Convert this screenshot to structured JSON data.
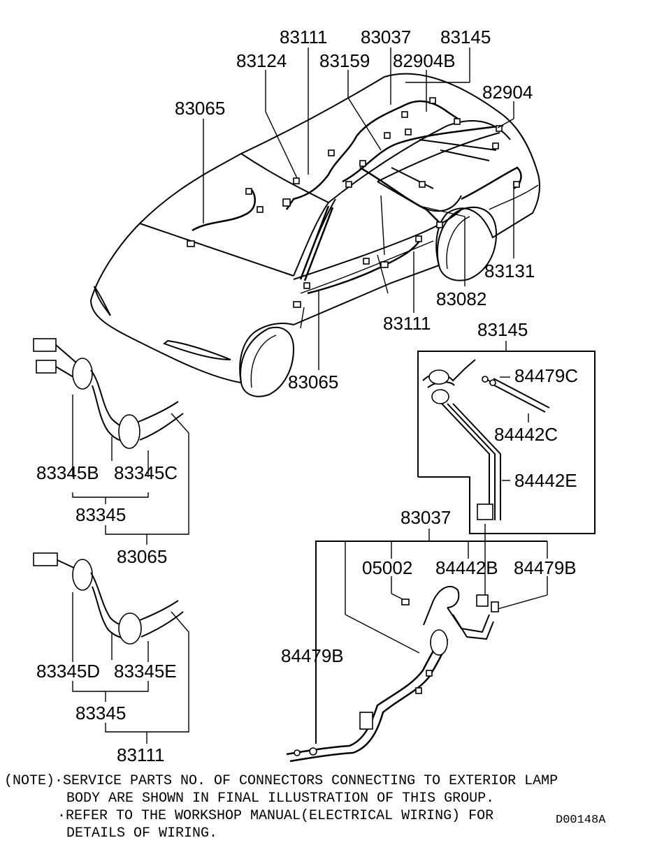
{
  "labels": {
    "l83111_top": "83111",
    "l83037_top": "83037",
    "l83145_top": "83145",
    "l83124": "83124",
    "l83159": "83159",
    "l82904B": "82904B",
    "l82904": "82904",
    "l83065_top": "83065",
    "l83131": "83131",
    "l83082": "83082",
    "l83111_mid": "83111",
    "l83065_mid": "83065",
    "l83145_box": "83145",
    "l84479C": "84479C",
    "l84442C": "84442C",
    "l84442E": "84442E",
    "l83037_mid": "83037",
    "l05002": "05002",
    "l84442B": "84442B",
    "l84479B_right": "84479B",
    "l84479B_left": "84479B",
    "l83345B": "83345B",
    "l83345C": "83345C",
    "l83345_a": "83345",
    "l83065_bot": "83065",
    "l83345D": "83345D",
    "l83345E": "83345E",
    "l83345_b": "83345",
    "l83111_bot": "83111"
  },
  "notes": {
    "line1": "(NOTE)·SERVICE PARTS NO. OF CONNECTORS CONNECTING TO EXTERIOR LAMP",
    "line2": "BODY ARE SHOWN IN FINAL ILLUSTRATION OF THIS GROUP.",
    "line3": "·REFER TO THE WORKSHOP MANUAL(ELECTRICAL WIRING) FOR",
    "line4": "DETAILS OF WIRING."
  },
  "drawing_code": "D00148A"
}
